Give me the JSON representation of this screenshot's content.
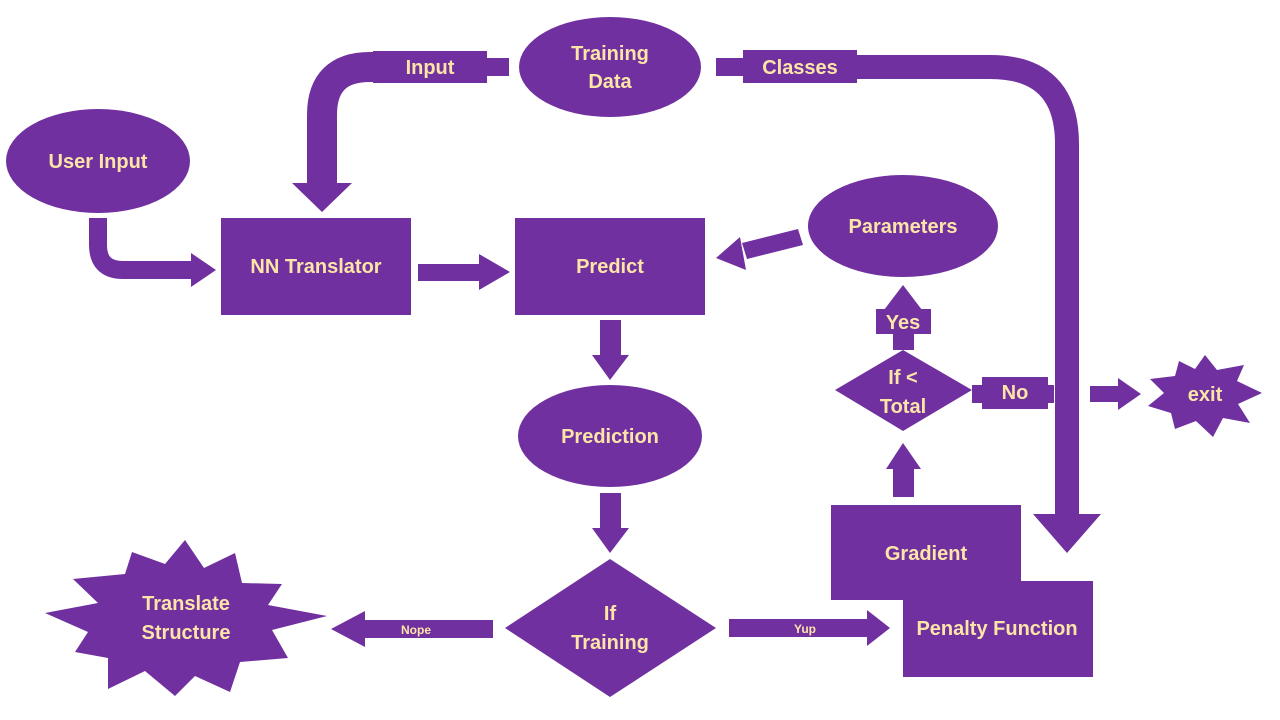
{
  "colors": {
    "shape": "#7030a0",
    "text": "#fde5a8",
    "background": "#ffffff"
  },
  "nodes": {
    "training_data": [
      "Training",
      "Data"
    ],
    "user_input": "User Input",
    "nn_translator": "NN Translator",
    "predict": "Predict",
    "parameters": "Parameters",
    "prediction": "Prediction",
    "if_training": [
      "If",
      "Training"
    ],
    "translate_structure": [
      "Translate",
      "Structure"
    ],
    "gradient": "Gradient",
    "penalty_function": "Penalty Function",
    "if_total": [
      "If <",
      "Total"
    ],
    "exit": "exit"
  },
  "edge_labels": {
    "input": "Input",
    "classes": "Classes",
    "yes": "Yes",
    "no": "No",
    "nope": "Nope",
    "yup": "Yup"
  }
}
